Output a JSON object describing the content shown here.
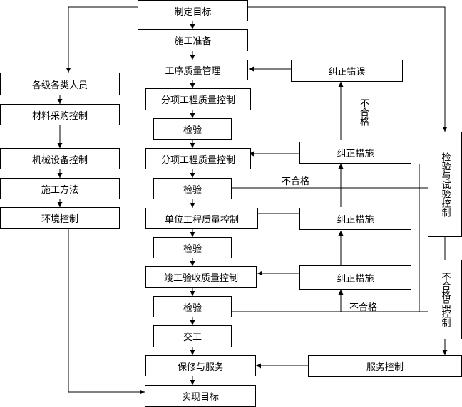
{
  "nodes": {
    "set_goal": "制定目标",
    "construction_prep": "施工准备",
    "process_quality_mgmt": "工序质量管理",
    "subitem_quality_1": "分项工程质量控制",
    "inspect_1": "检验",
    "subitem_quality_2": "分项工程质量控制",
    "inspect_2": "检验",
    "unit_quality": "单位工程质量控制",
    "inspect_3": "检验",
    "completion_quality": "竣工验收质量控制",
    "inspect_4": "检验",
    "handover": "交工",
    "warranty_service": "保修与服务",
    "achieve_goal": "实现目标",
    "correct_errors": "纠正错误",
    "corrective_1": "纠正措施",
    "corrective_2": "纠正措施",
    "corrective_3": "纠正措施",
    "personnel": "各级各类人员",
    "material_procurement": "材料采购控制",
    "equipment_control": "机械设备控制",
    "construction_method": "施工方法",
    "environment_control": "环境控制",
    "inspection_testing": "检验与试验控制",
    "nonconforming_control": "不合格品控制",
    "service_control": "服务控制"
  },
  "labels": {
    "nonconform_vertical": "不合格",
    "nonconform_1": "不合格",
    "nonconform_2": "不合格"
  }
}
